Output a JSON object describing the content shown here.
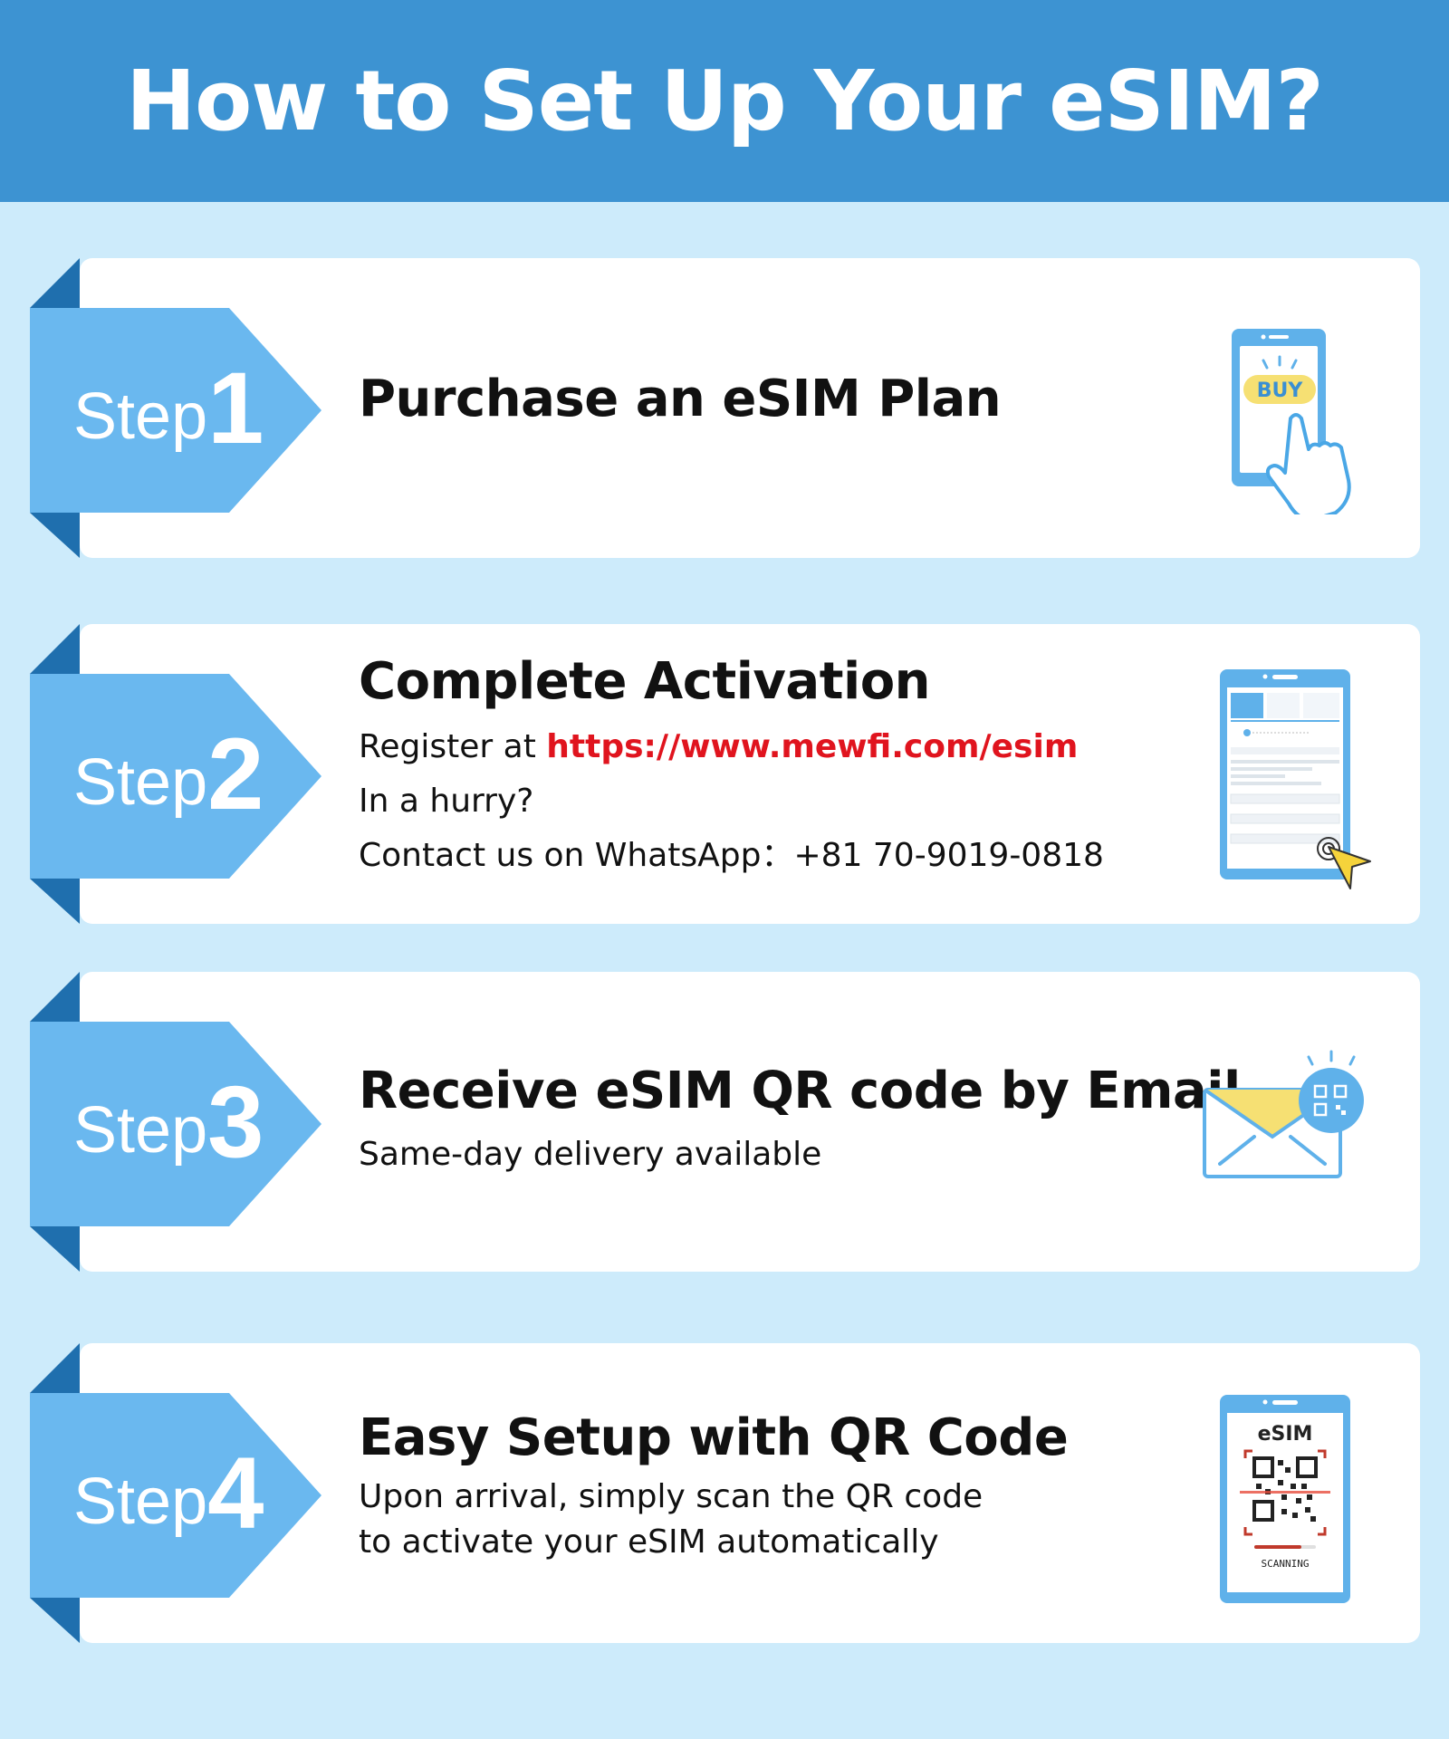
{
  "header": {
    "title": "How to Set Up Your eSIM?"
  },
  "steps": [
    {
      "step_word": "Step",
      "step_number": "1",
      "title": "Purchase an eSIM Plan",
      "illustration_icon": "phone-buy-hand-icon",
      "illustration_text": "BUY"
    },
    {
      "step_word": "Step",
      "step_number": "2",
      "title": "Complete Activation",
      "register_prefix": "Register at ",
      "register_link": "https://www.mewfi.com/esim",
      "hurry": "In a hurry?",
      "whatsapp": "Contact us on WhatsApp：+81 70-9019-0818",
      "illustration_icon": "phone-form-cursor-icon"
    },
    {
      "step_word": "Step",
      "step_number": "3",
      "title": "Receive eSIM QR code by Email",
      "subtitle": "Same-day delivery available",
      "illustration_icon": "email-qr-icon"
    },
    {
      "step_word": "Step",
      "step_number": "4",
      "title": "Easy Setup with QR Code",
      "line1": "Upon arrival, simply scan the QR code",
      "line2": "to activate your eSIM automatically",
      "illustration_icon": "phone-qr-scan-icon",
      "illustration_label": "eSIM",
      "illustration_status": "SCANNING"
    }
  ],
  "colors": {
    "header_bg": "#3d93d2",
    "page_bg": "#cdebfb",
    "ribbon": "#6ab8ef",
    "ribbon_fold": "#1f6fae",
    "link": "#e0141e"
  }
}
